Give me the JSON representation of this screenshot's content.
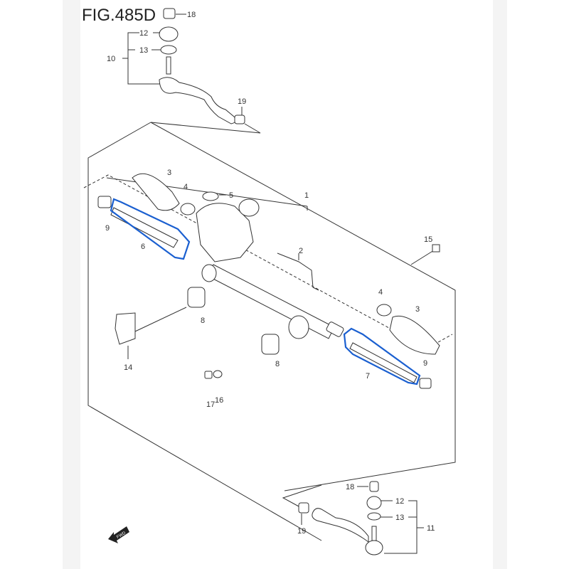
{
  "figure": {
    "title": "FIG.485D",
    "fwd_label": "FWD",
    "highlight_color": "#1a5fd0",
    "callouts": {
      "top": {
        "c18": "18",
        "c12": "12",
        "c13": "13",
        "c10": "10",
        "c19": "19"
      },
      "main": {
        "c1": "1",
        "c2": "2",
        "c3a": "3",
        "c3b": "3",
        "c4a": "4",
        "c4b": "4",
        "c5": "5",
        "c6": "6",
        "c7": "7",
        "c8a": "8",
        "c8b": "8",
        "c9a": "9",
        "c9b": "9",
        "c14": "14",
        "c15": "15",
        "c16": "16",
        "c17": "17"
      },
      "bottom": {
        "c18": "18",
        "c12": "12",
        "c13": "13",
        "c11": "11",
        "c19": "19"
      }
    }
  }
}
